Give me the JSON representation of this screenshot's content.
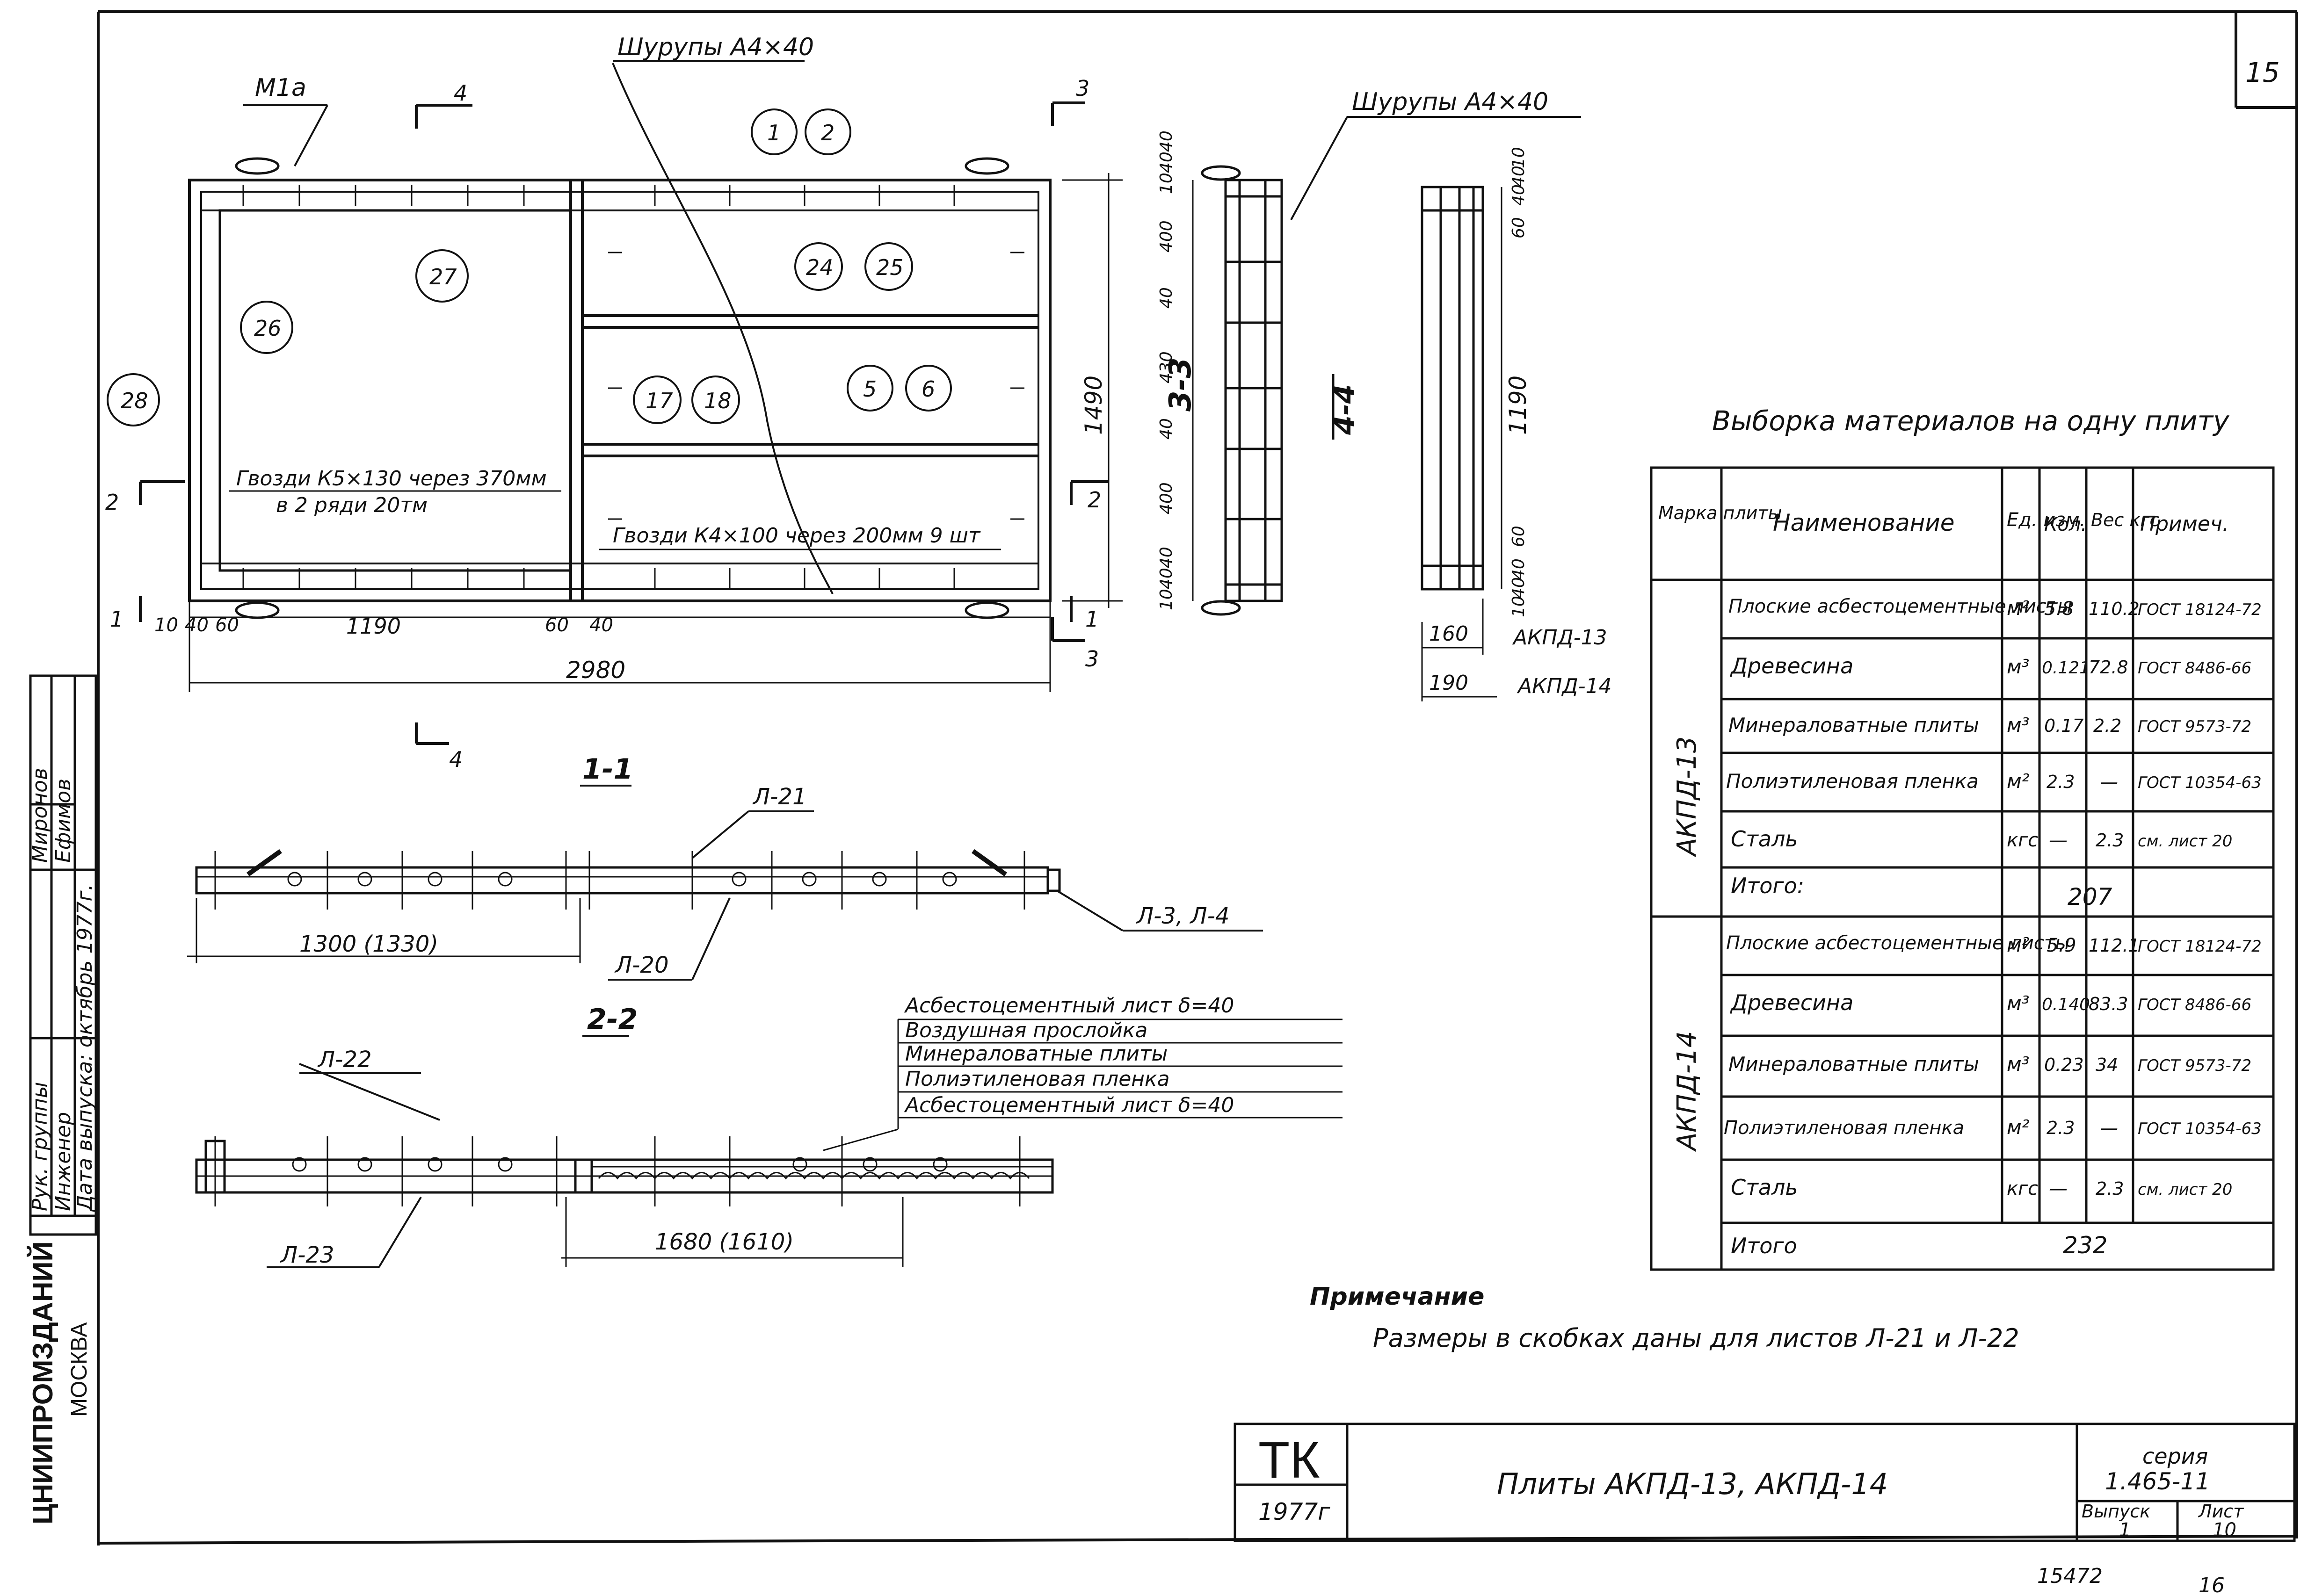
{
  "sheet_number": "15",
  "stamp": {
    "org": "ЦНИИПРОМЗДАНИЙ",
    "city": "МОСКВА",
    "rows": [
      {
        "role": "Рук. группы",
        "name": "Миронов"
      },
      {
        "role": "Инженер",
        "name": "Ефимов"
      }
    ],
    "release_date": "Дата выпуска: октябрь 1977г."
  },
  "plan": {
    "screws_top": "Шурупы А4×40",
    "m1a": "М1а",
    "callouts": [
      "1",
      "2",
      "27",
      "26",
      "28",
      "24",
      "25",
      "17",
      "18",
      "5",
      "6"
    ],
    "nails_1_line1": "Гвозди К5×130 через 370мм",
    "nails_1_line2": "в 2 ряди 20тм",
    "nails_2": "Гвозди К4×100 через 200мм 9 шт",
    "dim_bottom": [
      "10",
      "40",
      "60",
      "1190",
      "60",
      "40"
    ],
    "dim_total": "2980",
    "dim_height": "1490",
    "section_marks": [
      "1",
      "1",
      "2",
      "2",
      "3",
      "3",
      "4",
      "4"
    ]
  },
  "section_33": {
    "title": "3-3",
    "screws": "Шурупы А4×40",
    "dims": [
      "10",
      "40",
      "40",
      "400",
      "40",
      "430",
      "40",
      "400",
      "40",
      "40",
      "10"
    ]
  },
  "section_44": {
    "title": "4-4",
    "dims_top": [
      "10",
      "40",
      "40",
      "60"
    ],
    "dim_mid": "1190",
    "dims_bot": [
      "60",
      "40",
      "40",
      "10"
    ],
    "widths": [
      {
        "value": "160",
        "label": "АКПД-13"
      },
      {
        "value": "190",
        "label": "АКПД-14"
      }
    ]
  },
  "section_11": {
    "title": "1-1",
    "l21": "Л-21",
    "l34": "Л-3, Л-4",
    "l20": "Л-20",
    "dim": "1300 (1330)"
  },
  "section_22": {
    "title": "2-2",
    "l22": "Л-22",
    "l23": "Л-23",
    "dim": "1680 (1610)",
    "layers": [
      "Асбестоцементный лист δ=40",
      "Воздушная прослойка",
      "Минераловатные плиты",
      "Полиэтиленовая пленка",
      "Асбестоцементный лист δ=40"
    ]
  },
  "materials": {
    "title": "Выборка материалов на одну плиту",
    "headers": [
      "Марка плиты",
      "Наименование",
      "Ед. изм.",
      "Кол.",
      "Вес кгс",
      "Примеч."
    ],
    "groups": [
      {
        "mark": "АКПД-13",
        "rows": [
          [
            "Плоские асбестоцементные листы",
            "м²",
            "5.8",
            "110.2",
            "ГОСТ 18124-72"
          ],
          [
            "Древесина",
            "м³",
            "0.121",
            "72.8",
            "ГОСТ 8486-66"
          ],
          [
            "Минераловатные плиты",
            "м³",
            "0.17",
            "2.2",
            "ГОСТ 9573-72"
          ],
          [
            "Полиэтиленовая пленка",
            "м²",
            "2.3",
            "—",
            "ГОСТ 10354-63"
          ],
          [
            "Сталь",
            "кгс",
            "—",
            "2.3",
            "см. лист 20"
          ]
        ],
        "total_label": "Итого:",
        "total": "207"
      },
      {
        "mark": "АКПД-14",
        "rows": [
          [
            "Плоские асбестоцементные листы",
            "м²",
            "5.9",
            "112.1",
            "ГОСТ 18124-72"
          ],
          [
            "Древесина",
            "м³",
            "0.140",
            "83.3",
            "ГОСТ 8486-66"
          ],
          [
            "Минераловатные плиты",
            "м³",
            "0.23",
            "34",
            "ГОСТ 9573-72"
          ],
          [
            "Полиэтиленовая пленка",
            "м²",
            "2.3",
            "—",
            "ГОСТ 10354-63"
          ],
          [
            "Сталь",
            "кгс",
            "—",
            "2.3",
            "см. лист 20"
          ]
        ],
        "total_label": "Итого",
        "total": "232"
      }
    ]
  },
  "note": {
    "title": "Примечание",
    "text": "Размеры в скобках даны для листов Л-21 и Л-22"
  },
  "title_block": {
    "code": "ТК",
    "year": "1977г",
    "title": "Плиты АКПД-13, АКПД-14",
    "series_label": "серия",
    "series": "1.465-11",
    "issue_label": "Выпуск",
    "issue": "1",
    "sheet_label": "Лист",
    "sheet": "10"
  },
  "footer": {
    "number": "15472",
    "page": "16"
  }
}
